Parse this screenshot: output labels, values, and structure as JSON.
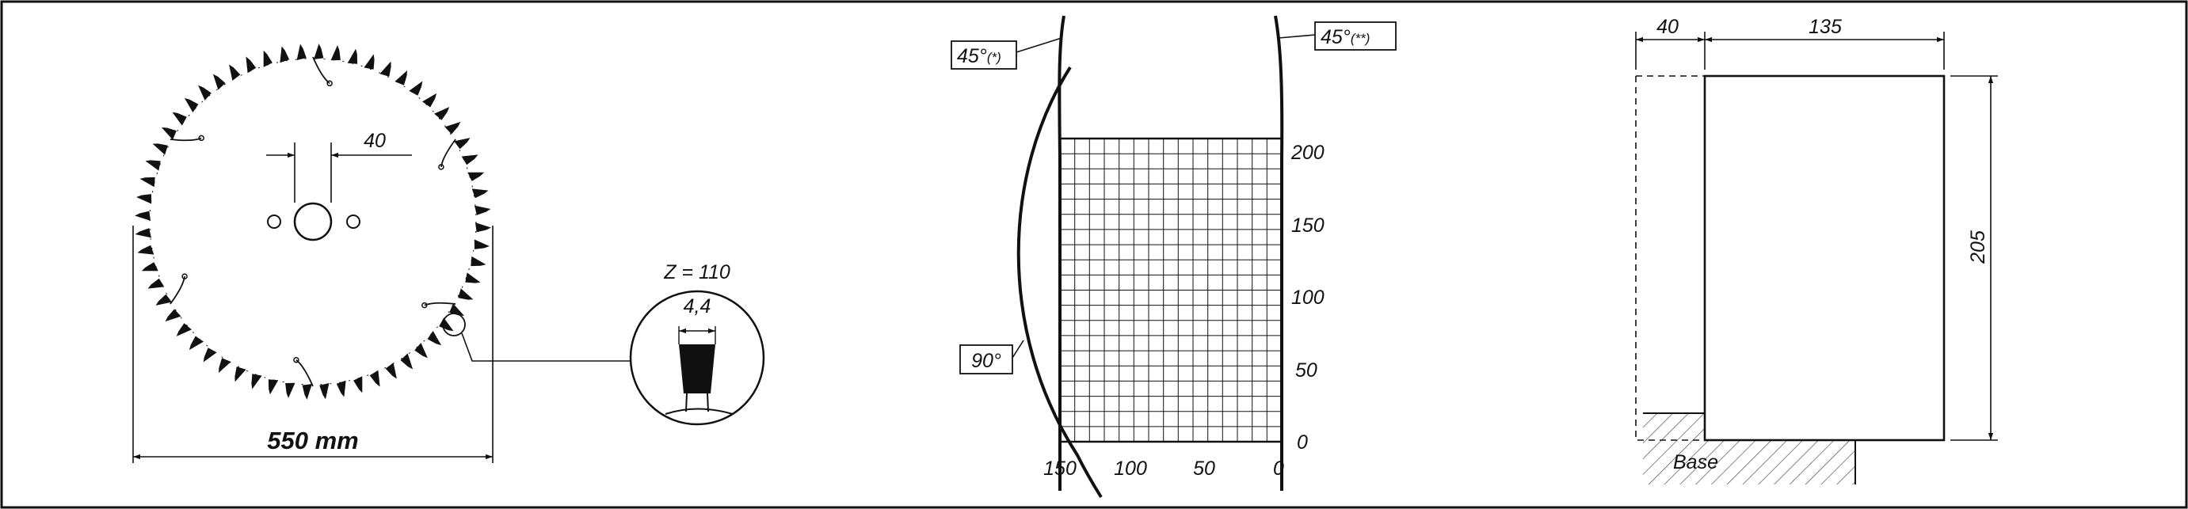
{
  "blade": {
    "diameter_label": "550 mm",
    "bore_label": "40",
    "teeth_label": "Z = 110",
    "kerf_label": "4,4"
  },
  "cut_chart": {
    "angle_45_left": "45°",
    "angle_45_left_note": "(*)",
    "angle_45_right": "45°",
    "angle_45_right_note": "(**)",
    "angle_90": "90°",
    "y_ticks": [
      "200",
      "150",
      "100",
      "50",
      "0"
    ],
    "x_ticks": [
      "150",
      "100",
      "50",
      "0"
    ]
  },
  "section": {
    "offset_label": "40",
    "width_label": "135",
    "height_label": "205",
    "base_label": "Base"
  }
}
